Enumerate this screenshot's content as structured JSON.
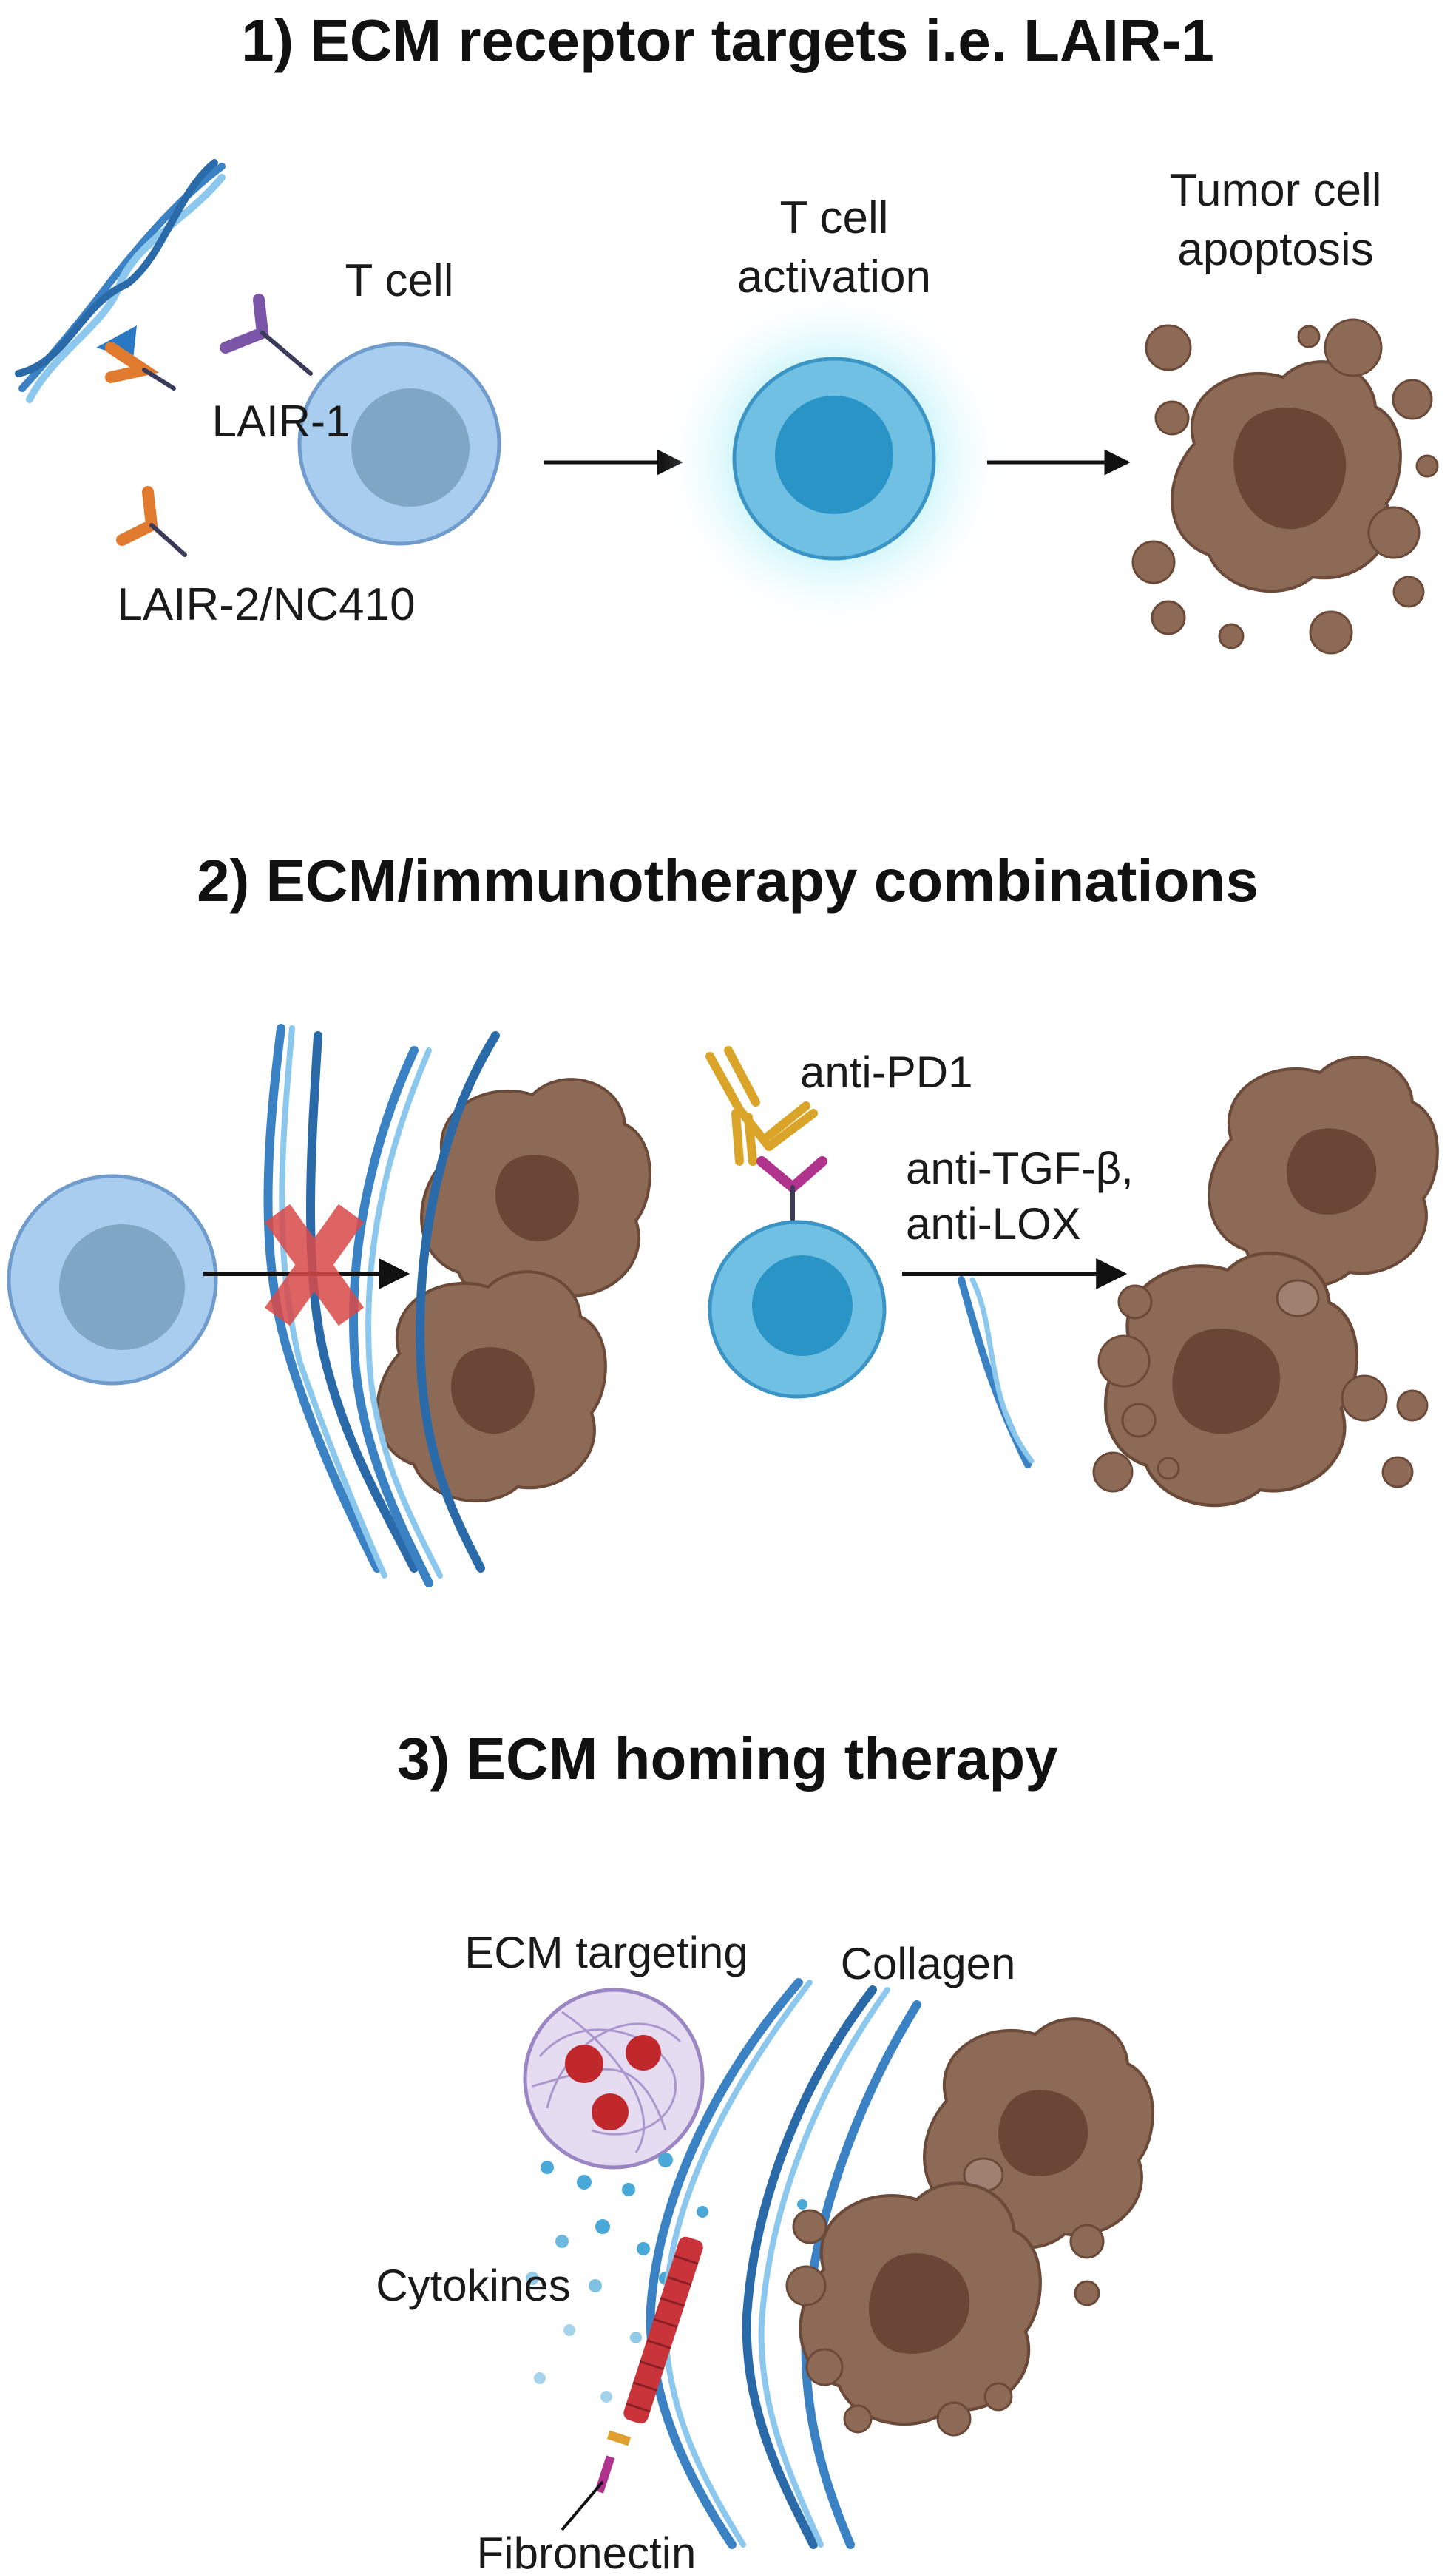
{
  "panels": [
    {
      "title": "1) ECM receptor targets i.e. LAIR-1",
      "labels": {
        "t_cell": "T cell",
        "lair1": "LAIR-1",
        "lair2": "LAIR-2/NC410",
        "activation_line1": "T cell",
        "activation_line2": "activation",
        "apoptosis_line1": "Tumor cell",
        "apoptosis_line2": "apoptosis"
      }
    },
    {
      "title": "2) ECM/immunotherapy combinations",
      "labels": {
        "anti_pd1": "anti-PD1",
        "anti_tgf": "anti-TGF-β,",
        "anti_lox": "anti-LOX"
      }
    },
    {
      "title": "3) ECM homing therapy",
      "labels": {
        "ecm_targeting": "ECM targeting",
        "collagen": "Collagen",
        "cytokines": "Cytokines",
        "fibronectin": "Fibronectin"
      }
    }
  ],
  "colors": {
    "cell_outer": "#a9cdee",
    "cell_inner": "#7fa6c4",
    "active_outer": "#6fc0e3",
    "active_inner": "#2b94c6",
    "tumor": "#8c6a56",
    "tumor_nucleus": "#6b4636",
    "collagen": "#3b82c4",
    "collagen_light": "#8cc8ee",
    "lair2": "#e07a2e",
    "lair1": "#7a55a8",
    "anti_pd1": "#d9a428",
    "pd1": "#b0338d",
    "block_x": "#d94a4a",
    "cargo": "#c0282b",
    "fibronectin": "#c8343a"
  }
}
